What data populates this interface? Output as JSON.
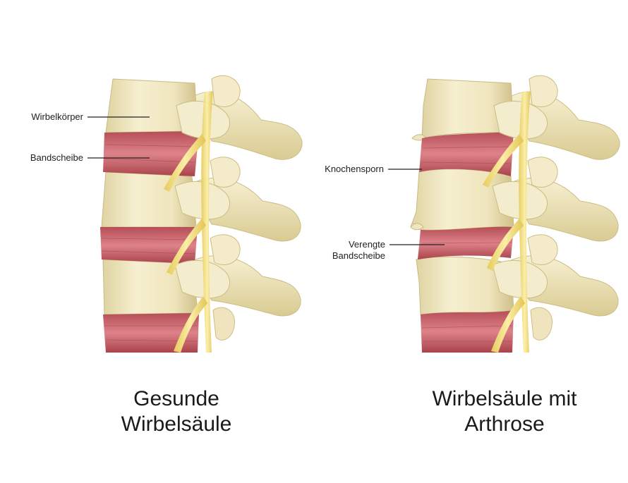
{
  "left": {
    "labels": {
      "vertebral_body": "Wirbelkörper",
      "disc": "Bandscheibe"
    },
    "caption": {
      "line1": "Gesunde",
      "line2": "Wirbelsäule"
    }
  },
  "right": {
    "labels": {
      "bone_spur": "Knochensporn",
      "narrowed_line1": "Verengte",
      "narrowed_line2": "Bandscheibe"
    },
    "caption": {
      "line1": "Wirbelsäule mit",
      "line2": "Arthrose"
    }
  },
  "colors": {
    "bone": "#f0e7c1",
    "bone_shadow": "#d2c48e",
    "disc": "#cf6a72",
    "disc_dark": "#a8444d",
    "nerve": "#f3df7c",
    "leader_line": "#222222"
  }
}
